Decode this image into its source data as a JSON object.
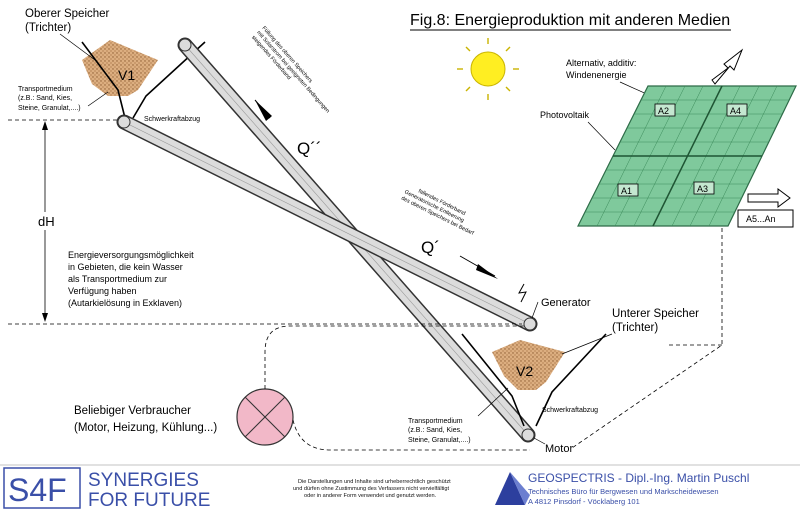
{
  "figure": {
    "title": "Fig.8: Energieproduktion mit anderen Medien"
  },
  "upper_storage": {
    "title_line1": "Oberer Speicher",
    "title_line2": "(Trichter)",
    "label": "V1",
    "medium_lines": [
      "Transportmedium",
      "(z.B.: Sand, Kies,",
      "Steine, Granulat,....)"
    ],
    "gravity_outlet": "Schwerkraftabzug"
  },
  "lower_storage": {
    "title_line1": "Unterer Speicher",
    "title_line2": "(Trichter)",
    "label": "V2",
    "medium_lines": [
      "Transportmedium",
      "(z.B.: Sand, Kies,",
      "Steine, Granulat,....)"
    ],
    "gravity_outlet": "Schwerkraftabzug"
  },
  "rising_conveyor": {
    "lines": [
      "Füllung des oberen Speichers",
      "mit Solarstrom bei geeigneten Bedingungen",
      "steigendes Förderband"
    ],
    "flow_label": "Q´´"
  },
  "falling_conveyor": {
    "lines": [
      "fallendes Förderband",
      "Generatorische Entleerung",
      "des oberen Speichers bei Bedarf"
    ],
    "flow_label": "Q´"
  },
  "height": {
    "label": "dH"
  },
  "supply_text": [
    "Energieversorgungsmöglichkeit",
    "in Gebieten, die kein Wasser",
    "als Transportmedium zur",
    "Verfügung haben",
    "(Autarkielösung in Exklaven)"
  ],
  "generator": {
    "label": "Generator"
  },
  "motor": {
    "label": "Motor"
  },
  "consumer": {
    "lines": [
      "Beliebiger Verbraucher",
      "(Motor, Heizung, Kühlung...)"
    ]
  },
  "solar": {
    "wind_lines": [
      "Alternativ, additiv:",
      "Windenenergie"
    ],
    "pv_label": "Photovoltaik",
    "panels": [
      "A2",
      "A4",
      "A1",
      "A3"
    ],
    "more_label": "A5...An"
  },
  "footer": {
    "logo": "S4F",
    "brand_line1": "SYNERGIES",
    "brand_line2": "FOR FUTURE",
    "notice_lines": [
      "Die Darstellungen und Inhalte sind urheberrechtlich geschützt",
      "und dürfen ohne Zustimmung des Verfassers nicht vervielfältigt",
      "oder in anderer Form verwendet und genutzt werden."
    ],
    "company_line1": "GEOSPECTRIS - Dipl.-Ing. Martin Puschl",
    "company_line2": "Technisches Büro für Bergwesen und Markscheidewesen",
    "company_line3": "A 4812 Pinsdorf - Vöcklaberg 101"
  },
  "colors": {
    "hopper_fill": "#d9aa7a",
    "pv_fill": "#7fc99c",
    "pv_grid": "#3b8a5a",
    "sun_fill": "#ffee22",
    "consumer_fill": "#f2b8c8",
    "conveyor_fill": "#dcdcdc",
    "footer_blue": "#3a4fa8"
  }
}
